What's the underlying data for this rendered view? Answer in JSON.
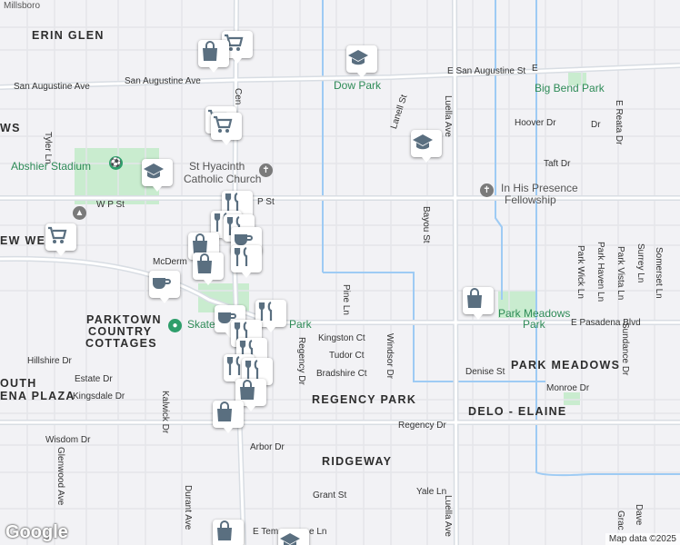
{
  "areas": [
    "ERIN GLEN",
    "EW WE",
    "PARKTOWN",
    "COUNTRY",
    "COTTAGES",
    "OUTH",
    "ENA PLAZA",
    "REGENCY PARK",
    "DELO - ELAINE",
    "PARK MEADOWS",
    "RIDGEWAY",
    "WS"
  ],
  "parks": [
    "Dow Park",
    "Big Bend Park",
    "Abshier Stadium",
    "Park Meadows",
    "Park",
    "Skate",
    "Park"
  ],
  "pois": [
    "St Hyacinth",
    "Catholic Church",
    "In His Presence",
    "Fellowship"
  ],
  "streets": {
    "san_augustine_ave": "San Augustine Ave",
    "e_san_augustine_st": "E San Augustine St",
    "w_p_st": "W P St",
    "p_st": "P St",
    "mcdermott": "McDerm",
    "e_pasadena_blvd": "E Pasadena Blvd",
    "kingston_ct": "Kingston Ct",
    "tudor_ct": "Tudor Ct",
    "bradshire_ct": "Bradshire Ct",
    "denise_st": "Denise St",
    "hillshire_dr": "Hillshire Dr",
    "estate_dr": "Estate Dr",
    "kingsdale_dr": "Kingsdale Dr",
    "regency_dr_h": "Regency Dr",
    "regency_dr_v": "Regency Dr",
    "wisdom_dr": "Wisdom Dr",
    "arbor_dr": "Arbor Dr",
    "grant_st": "Grant St",
    "yale_ln": "Yale Ln",
    "e_temple_ln_a": "E Tem",
    "e_temple_ln_b": "e Ln",
    "hoover_dr": "Hoover Dr",
    "taft_dr": "Taft Dr",
    "monroe_dr": "Monroe Dr",
    "tyler_ln": "Tyler Ln",
    "lanell_st": "Lanell St",
    "luella_ave_top": "Luella Ave",
    "luella_ave_bottom": "Luella Ave",
    "bayou_st": "Bayou St",
    "pine_ln": "Pine Ln",
    "windsor_dr": "Windsor Dr",
    "kalwick_dr": "Kalwick Dr",
    "glenwood_ave": "Glenwood Ave",
    "durant_ave": "Durant Ave",
    "park_wick_ln": "Park Wick Ln",
    "park_haven_ln": "Park Haven Ln",
    "park_vista_ln": "Park Vista Ln",
    "surrey_ln": "Surrey Ln",
    "somerset_ln": "Somerset Ln",
    "sundance_dr": "Sundance Dr",
    "e_reata_dr": "E Reata Dr",
    "dave_a": "Dave",
    "grac": "Grac",
    "cent": "Cen",
    "e_top": "E",
    "dr_r": "Dr",
    "millsboro": "Millsboro"
  },
  "attribution": {
    "logo": "Google",
    "copyright": "Map data ©2025"
  },
  "colors": {
    "park": "#c9eccf",
    "water": "#9ecbf4",
    "road": "#ffffff",
    "major_road": "#d8dde3",
    "label_park": "#2e8b57",
    "marker_bg": "#ffffff",
    "marker_icon": "#5a6f80"
  }
}
